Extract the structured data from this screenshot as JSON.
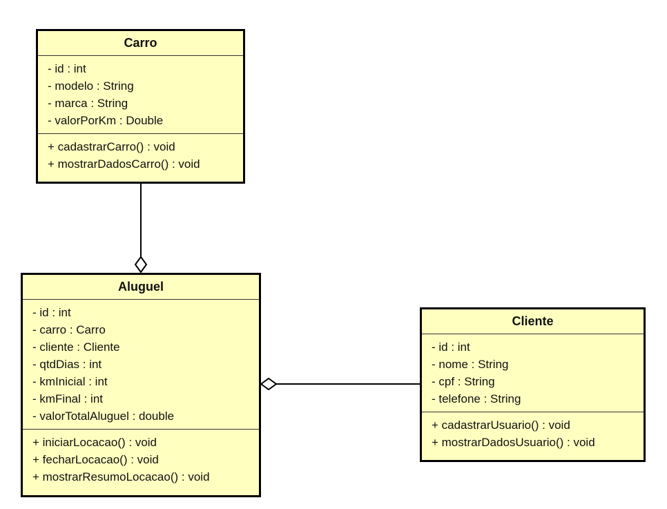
{
  "colors": {
    "class_fill": "#ffffc0",
    "class_border": "#000000",
    "line": "#000000"
  },
  "classes": {
    "carro": {
      "name": "Carro",
      "attributes": [
        "- id : int",
        "- modelo : String",
        "- marca : String",
        "- valorPorKm : Double"
      ],
      "operations": [
        "+ cadastrarCarro() : void",
        "+ mostrarDadosCarro() : void"
      ]
    },
    "aluguel": {
      "name": "Aluguel",
      "attributes": [
        "- id : int",
        "- carro : Carro",
        "- cliente : Cliente",
        "- qtdDias : int",
        "- kmInicial : int",
        "- kmFinal : int",
        "- valorTotalAluguel : double"
      ],
      "operations": [
        "+ iniciarLocacao() : void",
        "+ fecharLocacao() : void",
        "+ mostrarResumoLocacao() : void"
      ]
    },
    "cliente": {
      "name": "Cliente",
      "attributes": [
        "- id : int",
        "- nome : String",
        "- cpf : String",
        "- telefone : String"
      ],
      "operations": [
        "+ cadastrarUsuario() : void",
        "+ mostrarDadosUsuario() : void"
      ]
    }
  },
  "relationships": [
    {
      "type": "aggregation",
      "whole": "Aluguel",
      "part": "Carro"
    },
    {
      "type": "aggregation",
      "whole": "Aluguel",
      "part": "Cliente"
    }
  ]
}
